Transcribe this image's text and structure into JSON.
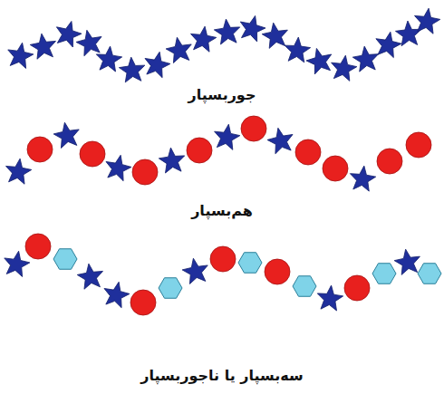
{
  "diagram": {
    "labels": [
      "جوربسپار",
      "هم‌بسپار",
      "سه‌بسپار یا ناجوربسپار"
    ]
  }
}
